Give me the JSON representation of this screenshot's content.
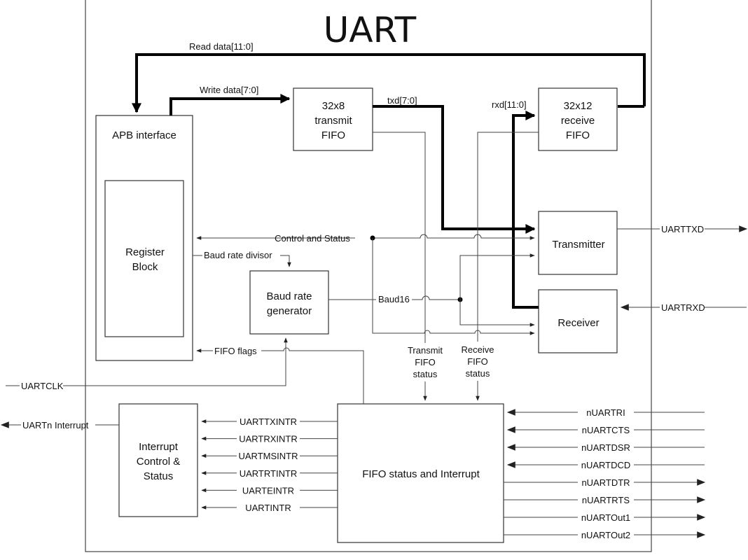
{
  "title": "UART",
  "blocks": {
    "apb": "APB interface",
    "register": [
      "Register",
      "Block"
    ],
    "tx_fifo": [
      "32x8",
      "transmit",
      "FIFO"
    ],
    "rx_fifo": [
      "32x12",
      "receive",
      "FIFO"
    ],
    "transmitter": "Transmitter",
    "receiver": "Receiver",
    "baud": [
      "Baud rate",
      "generator"
    ],
    "interrupt": [
      "Interrupt",
      "Control &",
      "Status"
    ],
    "fifo_int": "FIFO status and Interrupt"
  },
  "labels": {
    "read_data": "Read data[11:0]",
    "write_data": "Write data[7:0]",
    "txd": "txd[7:0]",
    "rxd": "rxd[11:0]",
    "control_status": "Control and Status",
    "baud_div": "Baud rate divisor",
    "baud16": "Baud16",
    "fifo_flags": "FIFO flags",
    "tx_status": [
      "Transmit",
      "FIFO",
      "status"
    ],
    "rx_status": [
      "Receive",
      "FIFO",
      "status"
    ]
  },
  "external": {
    "uarttxd": "UARTTXD",
    "uartrxd": "UARTRXD",
    "uartclk": "UARTCLK",
    "uartn_interrupt": "UARTn Interrupt"
  },
  "interrupt_signals": [
    "UARTTXINTR",
    "UARTRXINTR",
    "UARTMSINTR",
    "UARTRTINTR",
    "UARTEINTR",
    "UARTINTR"
  ],
  "modem_inputs": [
    "nUARTRI",
    "nUARTCTS",
    "nUARTDSR",
    "nUARTDCD"
  ],
  "modem_outputs": [
    "nUARTDTR",
    "nUARTRTS",
    "nUARTOut1",
    "nUARTOut2"
  ]
}
